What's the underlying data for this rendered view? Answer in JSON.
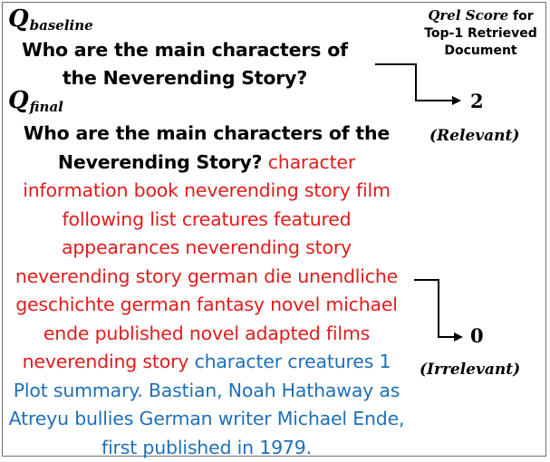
{
  "labels": {
    "q_baseline": {
      "main": "Q",
      "sub": "baseline"
    },
    "q_final": {
      "main": "Q",
      "sub": "final"
    }
  },
  "baseline_query": "Who are the main characters of the Neverending Story?",
  "final_query": {
    "original": "Who are the main characters of the Neverending Story?",
    "expansion_red": "character information book neverending story film following list creatures featured appearances neverending story neverending story german die unendliche geschichte german fantasy novel michael ende published novel adapted films neverending story",
    "expansion_blue": "character creatures 1 Plot summary. Bastian, Noah Hathaway as Atreyu bullies German writer Michael Ende, first published in 1979."
  },
  "qrel_header": {
    "italic": "Qrel Score",
    "rest_line1": " for",
    "line2": "Top-1 Retrieved",
    "line3": "Document"
  },
  "results": [
    {
      "score": "2",
      "label": "(Relevant)"
    },
    {
      "score": "0",
      "label": "(Irrelevant)"
    }
  ],
  "colors": {
    "original_query": "#000000",
    "expansion_red": "#e01b1b",
    "expansion_blue": "#1f6fb7",
    "frame_border": "#6e6e6e"
  }
}
